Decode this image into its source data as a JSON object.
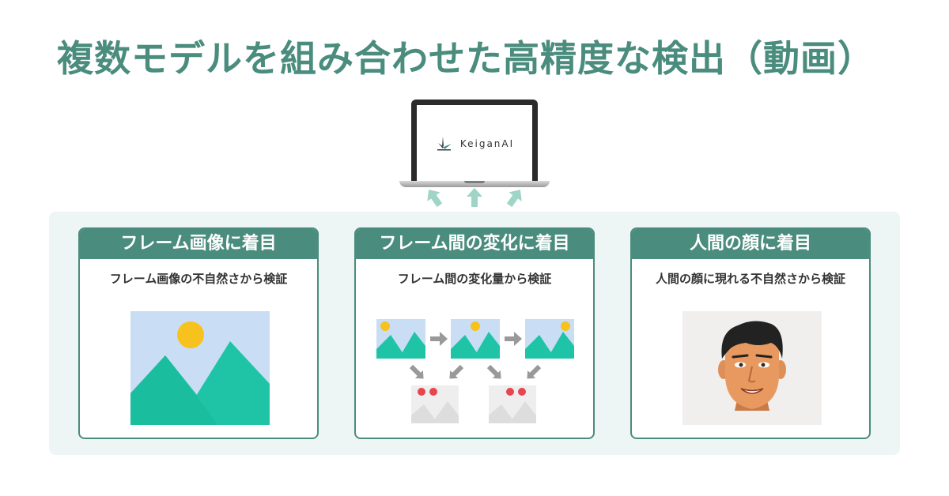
{
  "title": "複数モデルを組み合わせた高精度な検出（動画）",
  "laptop": {
    "brand": "KeiganAI",
    "logo_icon": "keigan-logo-icon"
  },
  "cards": [
    {
      "heading": "フレーム画像に着目",
      "description": "フレーム画像の不自然さから検証",
      "illustration": "landscape-image-icon"
    },
    {
      "heading": "フレーム間の変化に着目",
      "description": "フレーム間の変化量から検証",
      "illustration": "frame-difference-diagram"
    },
    {
      "heading": "人間の顔に着目",
      "description": "人間の顔に現れる不自然さから検証",
      "illustration": "face-illustration"
    }
  ],
  "colors": {
    "accent": "#4a8c7d",
    "panel_bg": "#eef6f5",
    "arrow": "#9fd4c6",
    "sky": "#c9def4",
    "mountain": "#1fc4a7",
    "sun": "#f7c21d",
    "diff_dot": "#e8454f"
  }
}
